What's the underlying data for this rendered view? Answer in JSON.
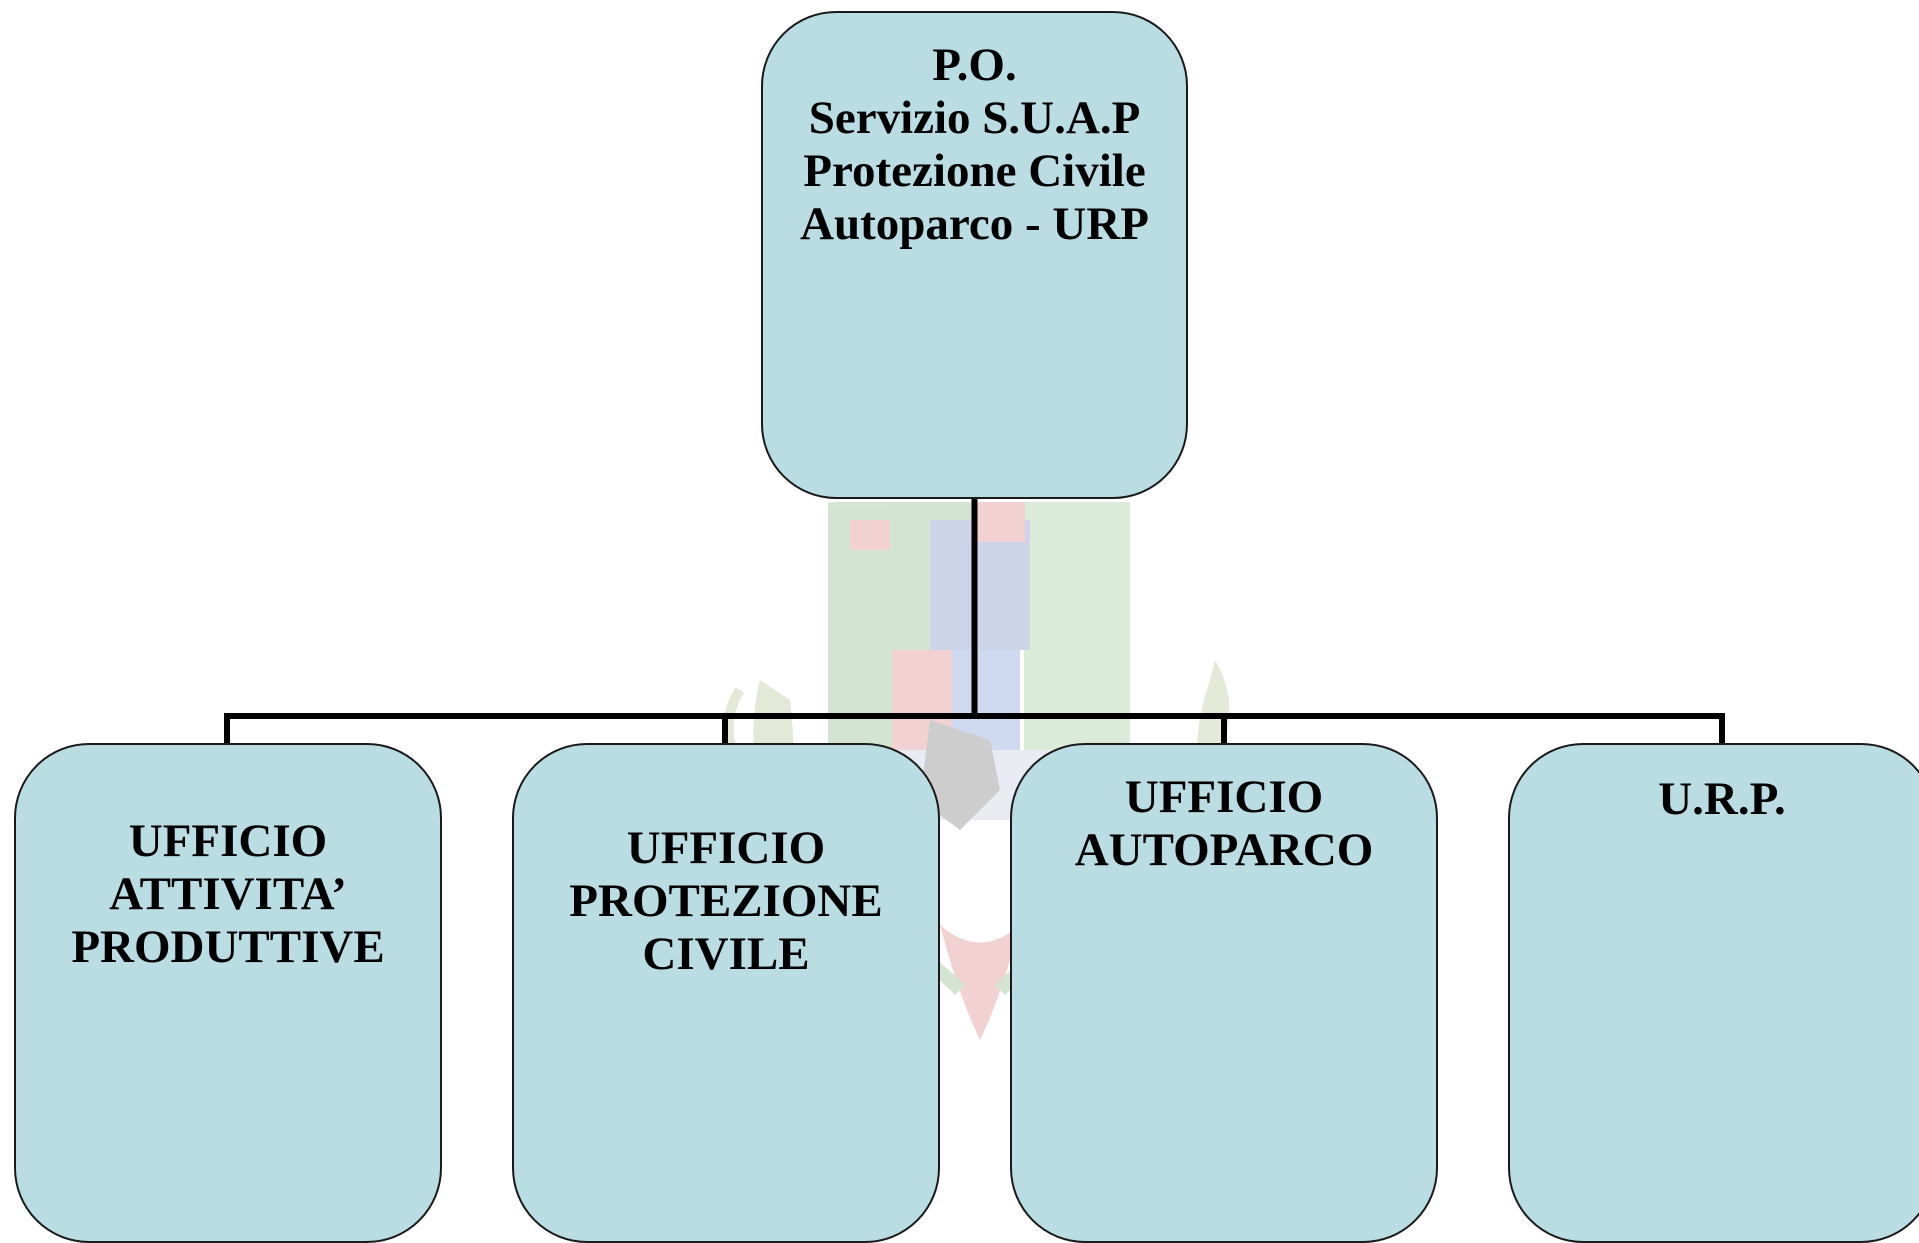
{
  "colors": {
    "node_fill": "#badde3",
    "node_border": "#1a1a1a",
    "connector": "#000000",
    "text": "#000000"
  },
  "root": {
    "lines": [
      "P.O.",
      "Servizio S.U.A.P",
      "Protezione Civile",
      "Autoparco - URP"
    ]
  },
  "children": [
    {
      "lines": [
        "UFFICIO",
        "ATTIVITA’",
        "PRODUTTIVE"
      ]
    },
    {
      "lines": [
        "UFFICIO",
        "PROTEZIONE",
        "CIVILE"
      ]
    },
    {
      "lines": [
        "UFFICIO",
        "AUTOPARCO"
      ]
    },
    {
      "lines": [
        "U.R.P."
      ]
    }
  ],
  "watermark": {
    "icon": "coat-of-arms-icon"
  }
}
